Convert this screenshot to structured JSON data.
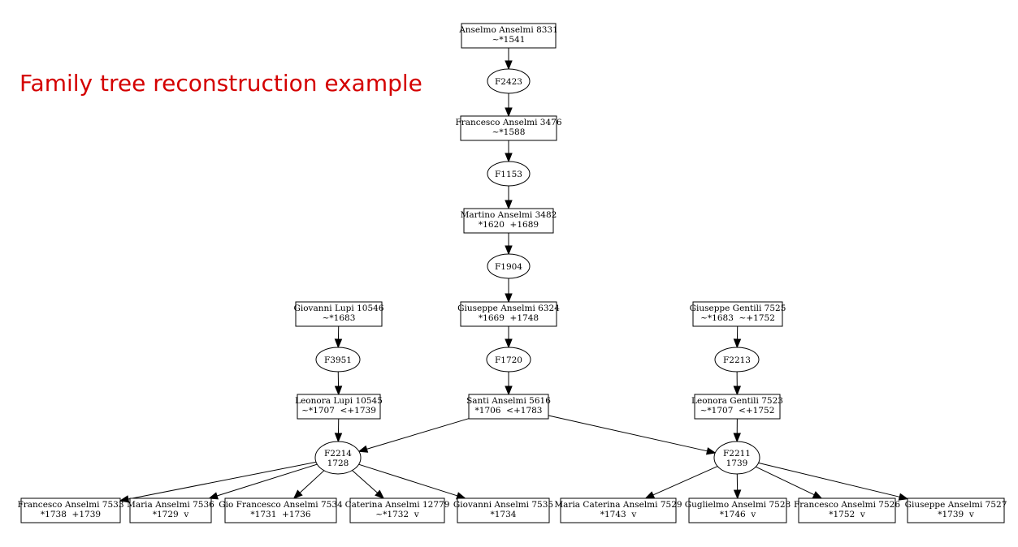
{
  "caption": "Family tree reconstruction example",
  "persons": [
    {
      "id": "p8331",
      "name": "Anselmo Anselmi 8331",
      "dates": "~*1541"
    },
    {
      "id": "p3476",
      "name": "Francesco Anselmi 3476",
      "dates": "~*1588"
    },
    {
      "id": "p3482",
      "name": "Martino Anselmi 3482",
      "dates": "*1620  +1689"
    },
    {
      "id": "p6324",
      "name": "Giuseppe Anselmi 6324",
      "dates": "*1669  +1748"
    },
    {
      "id": "p10546",
      "name": "Giovanni Lupi 10546",
      "dates": "~*1683"
    },
    {
      "id": "p7525",
      "name": "Giuseppe Gentili 7525",
      "dates": "~*1683  ~+1752"
    },
    {
      "id": "p10545",
      "name": "Leonora Lupi 10545",
      "dates": "~*1707  <+1739"
    },
    {
      "id": "p5616",
      "name": "Santi Anselmi 5616",
      "dates": "*1706  <+1783"
    },
    {
      "id": "p7523",
      "name": "Leonora Gentili 7523",
      "dates": "~*1707  <+1752"
    },
    {
      "id": "p7533",
      "name": "Francesco Anselmi 7533",
      "dates": "*1738  +1739"
    },
    {
      "id": "p7536",
      "name": "Maria Anselmi 7536",
      "dates": "*1729  v"
    },
    {
      "id": "p7534",
      "name": "Gio Francesco Anselmi 7534",
      "dates": "*1731  +1736"
    },
    {
      "id": "p12779",
      "name": "Caterina Anselmi 12779",
      "dates": "~*1732  v"
    },
    {
      "id": "p7535",
      "name": "Giovanni Anselmi 7535",
      "dates": "*1734"
    },
    {
      "id": "p7529",
      "name": "Maria Caterina Anselmi 7529",
      "dates": "*1743  v"
    },
    {
      "id": "p7528",
      "name": "Guglielmo Anselmi 7528",
      "dates": "*1746  v"
    },
    {
      "id": "p7526",
      "name": "Francesco Anselmi 7526",
      "dates": "*1752  v"
    },
    {
      "id": "p7527",
      "name": "Giuseppe Anselmi 7527",
      "dates": "*1739  v"
    }
  ],
  "families": [
    {
      "id": "F2423",
      "label": "F2423",
      "year": ""
    },
    {
      "id": "F1153",
      "label": "F1153",
      "year": ""
    },
    {
      "id": "F1904",
      "label": "F1904",
      "year": ""
    },
    {
      "id": "F3951",
      "label": "F3951",
      "year": ""
    },
    {
      "id": "F1720",
      "label": "F1720",
      "year": ""
    },
    {
      "id": "F2213",
      "label": "F2213",
      "year": ""
    },
    {
      "id": "F2214",
      "label": "F2214",
      "year": "1728"
    },
    {
      "id": "F2211",
      "label": "F2211",
      "year": "1739"
    }
  ],
  "edges": [
    [
      "p8331",
      "F2423"
    ],
    [
      "F2423",
      "p3476"
    ],
    [
      "p3476",
      "F1153"
    ],
    [
      "F1153",
      "p3482"
    ],
    [
      "p3482",
      "F1904"
    ],
    [
      "F1904",
      "p6324"
    ],
    [
      "p6324",
      "F1720"
    ],
    [
      "F1720",
      "p5616"
    ],
    [
      "p10546",
      "F3951"
    ],
    [
      "F3951",
      "p10545"
    ],
    [
      "p7525",
      "F2213"
    ],
    [
      "F2213",
      "p7523"
    ],
    [
      "p10545",
      "F2214"
    ],
    [
      "p5616",
      "F2214"
    ],
    [
      "p5616",
      "F2211"
    ],
    [
      "p7523",
      "F2211"
    ],
    [
      "F2214",
      "p7533"
    ],
    [
      "F2214",
      "p7536"
    ],
    [
      "F2214",
      "p7534"
    ],
    [
      "F2214",
      "p12779"
    ],
    [
      "F2214",
      "p7535"
    ],
    [
      "F2211",
      "p7529"
    ],
    [
      "F2211",
      "p7528"
    ],
    [
      "F2211",
      "p7526"
    ],
    [
      "F2211",
      "p7527"
    ]
  ]
}
